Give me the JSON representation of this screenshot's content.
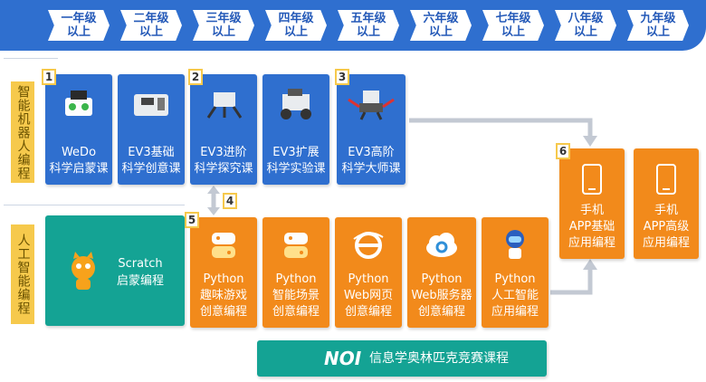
{
  "grades": [
    "一年级\n以上",
    "二年级\n以上",
    "三年级\n以上",
    "四年级\n以上",
    "五年级\n以上",
    "六年级\n以上",
    "七年级\n以上",
    "八年级\n以上",
    "九年级\n以上"
  ],
  "tracks": {
    "robot": "智能机器人编程",
    "ai": "人工智能编程"
  },
  "robot_courses": [
    {
      "label": "WeDo\n科学启蒙课",
      "icon": "wedo-robot-icon"
    },
    {
      "label": "EV3基础\n科学创意课",
      "icon": "ev3-brick-icon"
    },
    {
      "label": "EV3进阶\n科学探究课",
      "icon": "ev3-walker-icon"
    },
    {
      "label": "EV3扩展\n科学实验课",
      "icon": "ev3-vehicle-icon"
    },
    {
      "label": "EV3高阶\n科学大师课",
      "icon": "ev3-advanced-robot-icon"
    }
  ],
  "ai_courses": [
    {
      "label": "Scratch\n启蒙编程",
      "icon": "scratch-cat-icon"
    },
    {
      "label": "Python\n趣味游戏\n创意编程",
      "icon": "python-icon"
    },
    {
      "label": "Python\n智能场景\n创意编程",
      "icon": "python-icon"
    },
    {
      "label": "Python\nWeb网页\n创意编程",
      "icon": "ie-browser-icon"
    },
    {
      "label": "Python\nWeb服务器\n创意编程",
      "icon": "cloud-gear-icon"
    },
    {
      "label": "Python\n人工智能\n应用编程",
      "icon": "ai-robot-icon"
    }
  ],
  "app_courses": [
    {
      "label": "手机\nAPP基础\n应用编程",
      "icon": "phone-icon"
    },
    {
      "label": "手机\nAPP高级\n应用编程",
      "icon": "phone-icon"
    }
  ],
  "badges": [
    "1",
    "2",
    "3",
    "4",
    "5",
    "6"
  ],
  "noi": {
    "logo": "NOI",
    "label": "信息学奥林匹克竞赛课程"
  },
  "colors": {
    "blue": "#2f6fcf",
    "orange": "#f28a1b",
    "teal": "#14a394",
    "yellow": "#f6c94c"
  }
}
